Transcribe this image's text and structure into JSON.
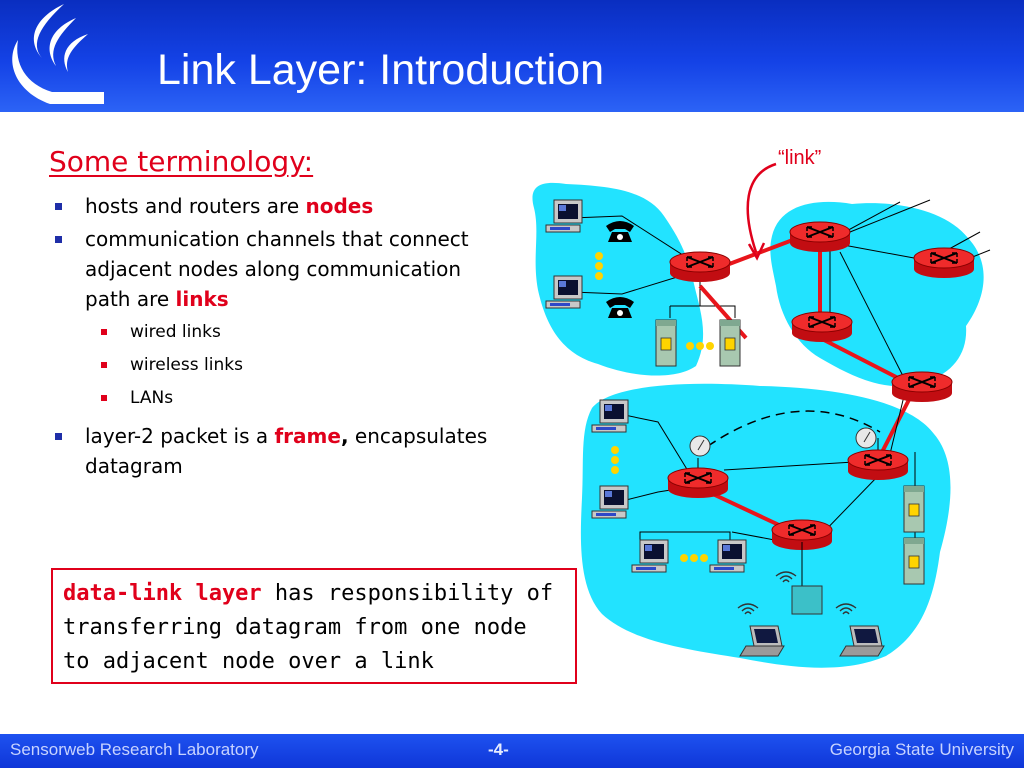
{
  "slide": {
    "title": "Link Layer: Introduction",
    "section_heading": "Some terminology:",
    "bullets": [
      {
        "text": "hosts and routers are ",
        "keyword": "nodes"
      },
      {
        "text": "communication channels that connect adjacent nodes along communication path are ",
        "keyword": "links",
        "sub_items": [
          "wired links",
          "wireless links",
          "LANs"
        ]
      },
      {
        "text": "layer-2 packet is a ",
        "keyword": "frame",
        "punct": ",",
        "text_after": " encapsulates datagram"
      }
    ],
    "callout": {
      "keyword": "data-link layer",
      "text": " has responsibility of transferring datagram from one node to adjacent node over a link"
    },
    "diagram": {
      "link_label": "“link”"
    }
  },
  "footer": {
    "left": "Sensorweb Research Laboratory",
    "center": "-4-",
    "right": "Georgia State University"
  },
  "colors": {
    "header_blue": "#1442e6",
    "accent_red": "#e0001b",
    "cloud_cyan": "#22e3ff",
    "router_red": "#e8151b"
  },
  "icons": [
    "flame-logo-icon",
    "router-icon",
    "desktop-computer-icon",
    "telephone-icon",
    "server-icon",
    "laptop-icon",
    "satellite-dish-icon",
    "access-point-icon"
  ]
}
